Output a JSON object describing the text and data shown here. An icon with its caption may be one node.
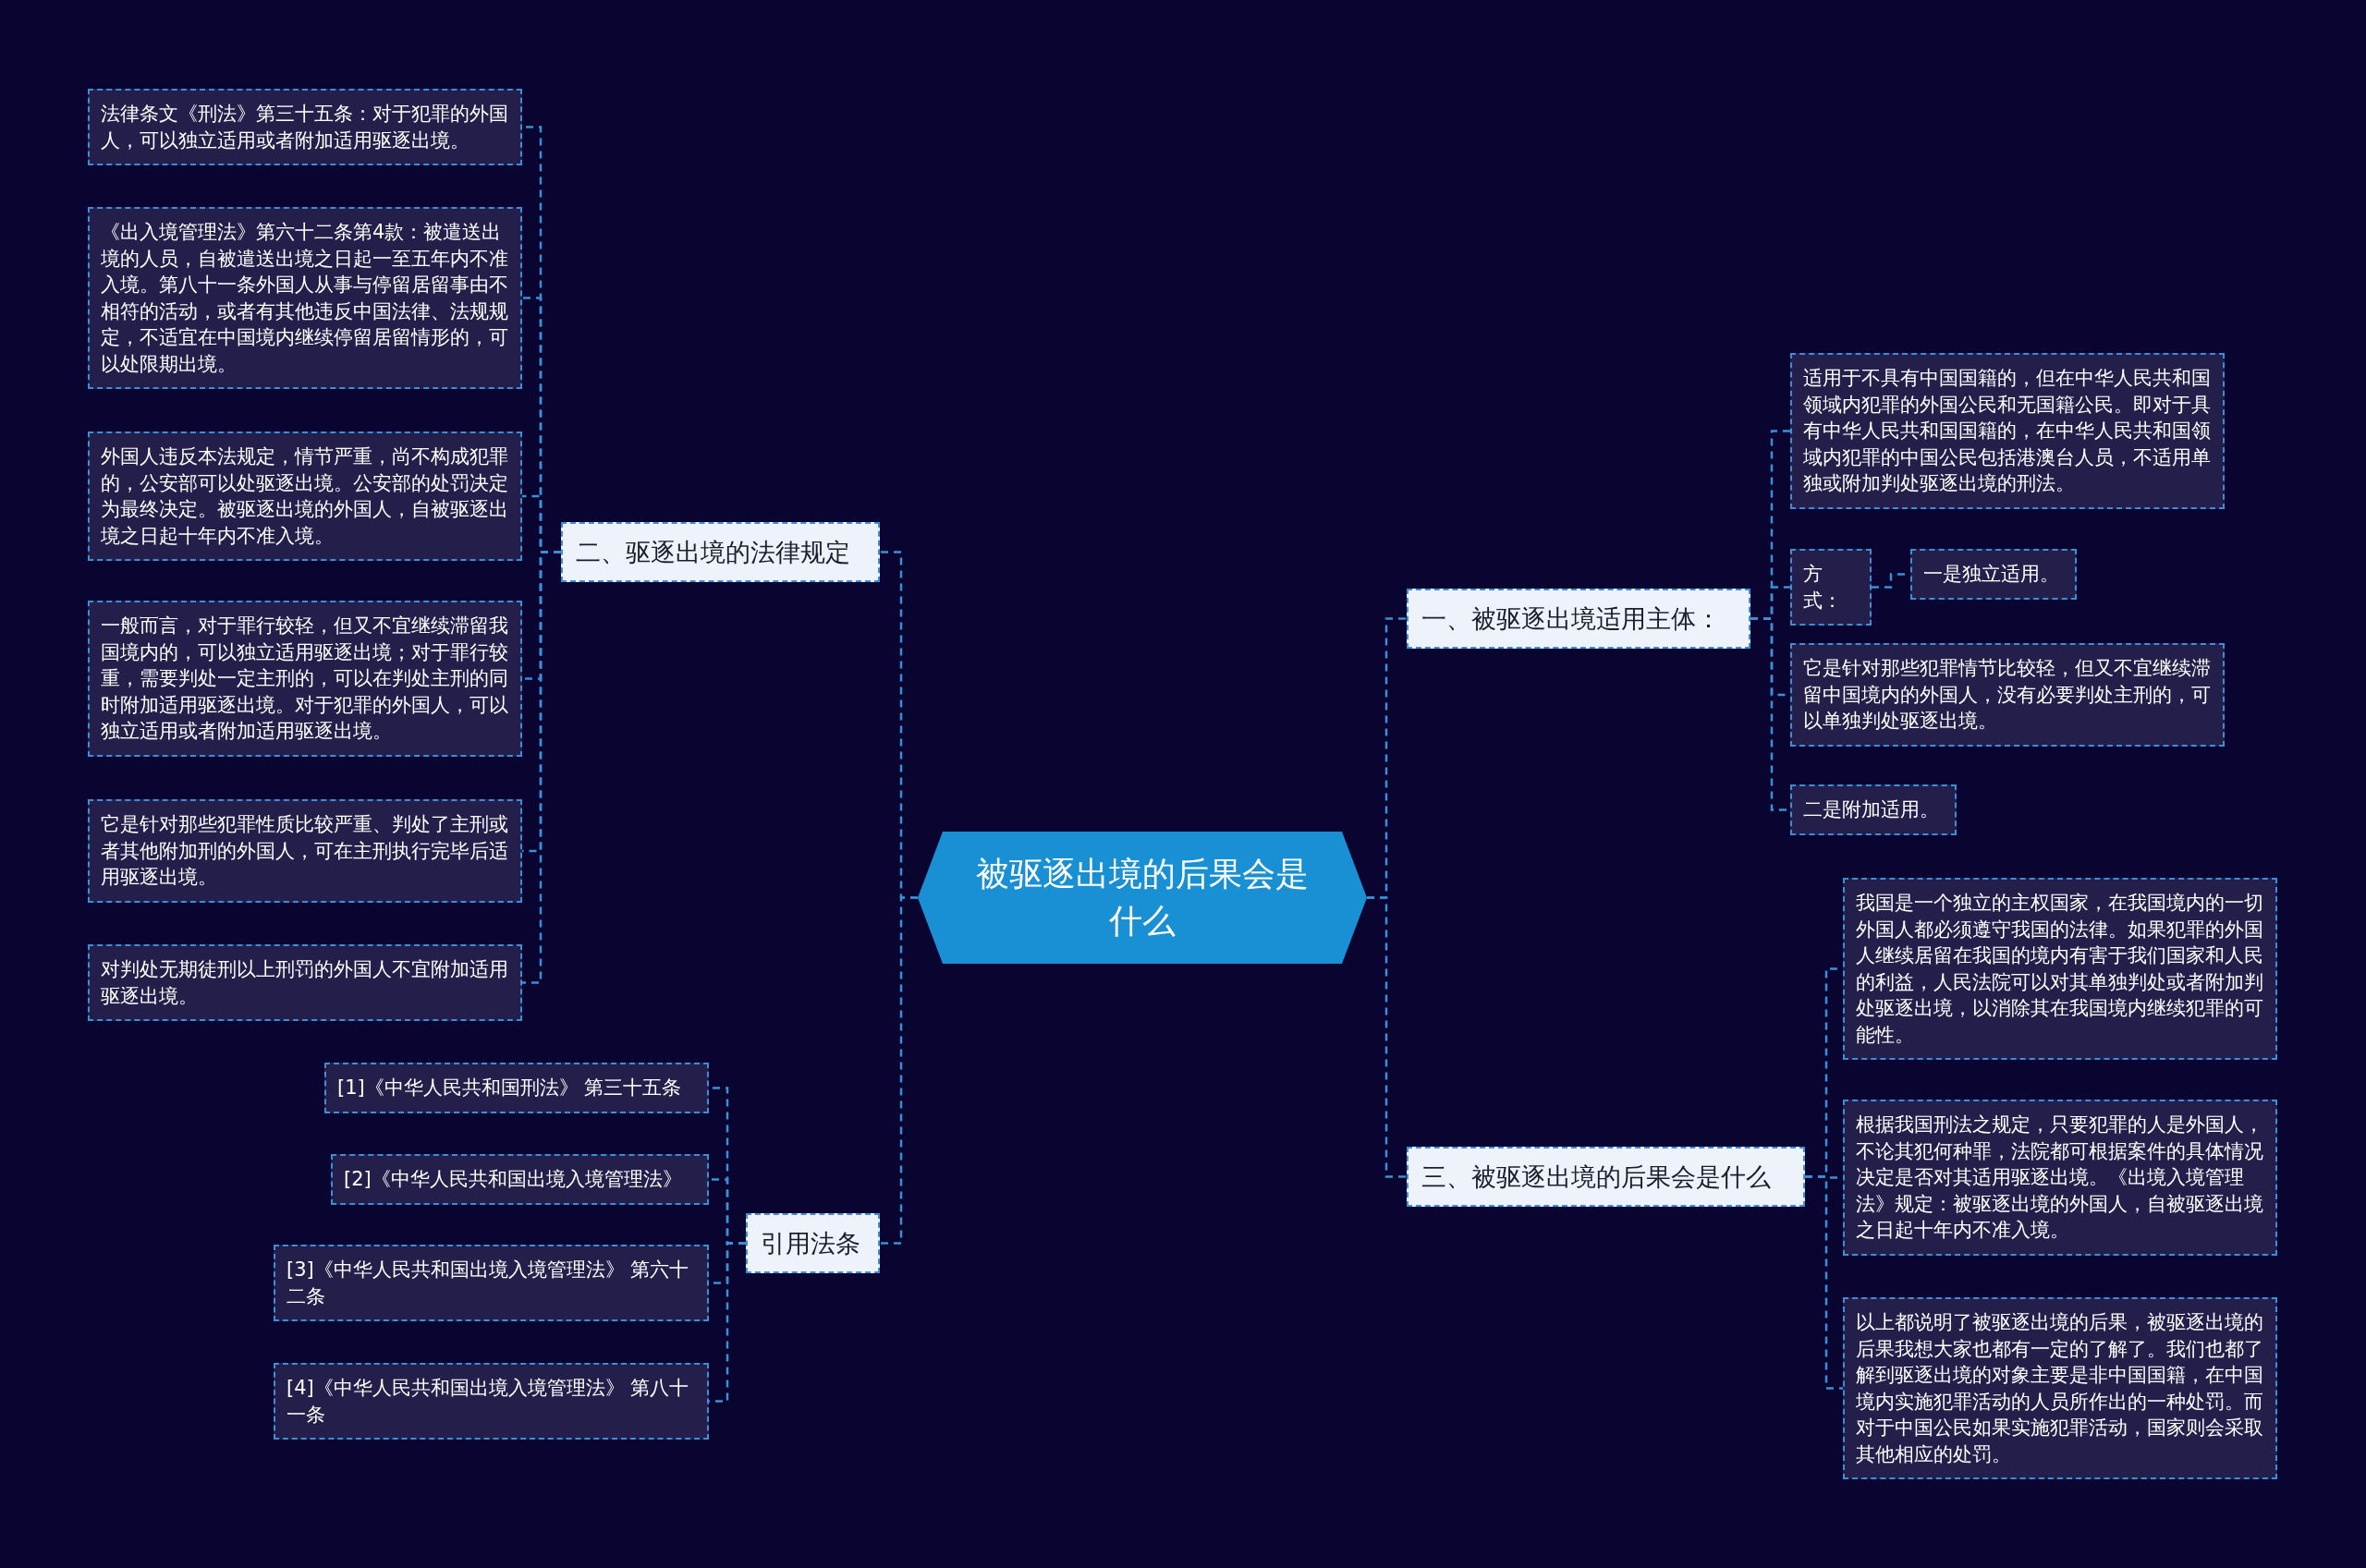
{
  "diagram": {
    "nodes": [
      {
        "text": [
          "被驱逐出境的后果会是什么"
        ]
      },
      {
        "text": [
          "一、被驱逐出境适用主体："
        ]
      },
      {
        "text": [
          "适用于不具有中国国籍的，但在中华人民共和国领域内犯罪的外国公民和无国籍公民。即对于具有中华人民共和国国籍的，在中华人民共和国领域内犯罪的中国公民包括港澳台人员，不适用单独或附加判处驱逐出境的刑法。"
        ]
      },
      {
        "text": [
          "方式："
        ]
      },
      {
        "text": [
          "一是独立适用。"
        ]
      },
      {
        "text": [
          "它是针对那些犯罪情节比较轻，但又不宜继续滞留中国境内的外国人，没有必要判处主刑的，可以单独判处驱逐出境。"
        ]
      },
      {
        "text": [
          "二是附加适用。"
        ]
      },
      {
        "text": [
          "三、被驱逐出境的后果会是什么"
        ]
      },
      {
        "text": [
          "我国是一个独立的主权国家，在我国境内的一切外国人都必须遵守我国的法律。如果犯罪的外国人继续居留在我国的境内有害于我们国家和人民的利益，人民法院可以对其单独判处或者附加判处驱逐出境，以消除其在我国境内继续犯罪的可能性。"
        ]
      },
      {
        "text": [
          "根据我国刑法之规定，只要犯罪的人是外国人，不论其犯何种罪，法院都可根据案件的具体情况决定是否对其适用驱逐出境。《出境入境管理法》规定：被驱逐出境的外国人，自被驱逐出境之日起十年内不准入境。"
        ]
      },
      {
        "text": [
          "以上都说明了被驱逐出境的后果，被驱逐出境的后果我想大家也都有一定的了解了。我们也都了解到驱逐出境的对象主要是非中国国籍，在中国境内实施犯罪活动的人员所作出的一种处罚。而对于中国公民如果实施犯罪活动，国家则会采取其他相应的处罚。"
        ]
      },
      {
        "text": [
          "二、驱逐出境的法律规定"
        ]
      },
      {
        "text": [
          "法律条文《刑法》第三十五条：对于犯罪的外国人，可以独立适用或者附加适用驱逐出境。"
        ]
      },
      {
        "text": [
          "《出入境管理法》第六十二条第4款：被遣送出境的人员，自被遣送出境之日起一至五年内不准入境。第八十一条外国人从事与停留居留事由不相符的活动，或者有其他违反中国法律、法规规定，不适宜在中国境内继续停留居留情形的，可以处限期出境。"
        ]
      },
      {
        "text": [
          "外国人违反本法规定，情节严重，尚不构成犯罪的，公安部可以处驱逐出境。公安部的处罚决定为最终决定。被驱逐出境的外国人，自被驱逐出境之日起十年内不准入境。"
        ]
      },
      {
        "text": [
          "一般而言，对于罪行较轻，但又不宜继续滞留我国境内的，可以独立适用驱逐出境；对于罪行较重，需要判处一定主刑的，可以在判处主刑的同时附加适用驱逐出境。对于犯罪的外国人，可以独立适用或者附加适用驱逐出境。"
        ]
      },
      {
        "text": [
          "它是针对那些犯罪性质比较严重、判处了主刑或者其他附加刑的外国人，可在主刑执行完毕后适用驱逐出境。"
        ]
      },
      {
        "text": [
          "对判处无期徒刑以上刑罚的外国人不宜附加适用驱逐出境。"
        ]
      },
      {
        "text": [
          "引用法条"
        ]
      },
      {
        "text": [
          "[1]《中华人民共和国刑法》 第三十五条"
        ]
      },
      {
        "text": [
          "[2]《中华人民共和国出境入境管理法》"
        ]
      },
      {
        "text": [
          "[3]《中华人民共和国出境入境管理法》 第六十二条"
        ]
      },
      {
        "text": [
          "[4]《中华人民共和国出境入境管理法》 第八十一条"
        ]
      }
    ],
    "edges": [
      {
        "from": 0,
        "to": 1,
        "arrow": "none"
      },
      {
        "from": 1,
        "to": 2,
        "arrow": "none"
      },
      {
        "from": 1,
        "to": 3,
        "arrow": "none"
      },
      {
        "from": 3,
        "to": 4,
        "arrow": "none"
      },
      {
        "from": 1,
        "to": 5,
        "arrow": "none"
      },
      {
        "from": 1,
        "to": 6,
        "arrow": "none"
      },
      {
        "from": 0,
        "to": 7,
        "arrow": "none"
      },
      {
        "from": 7,
        "to": 8,
        "arrow": "none"
      },
      {
        "from": 7,
        "to": 9,
        "arrow": "none"
      },
      {
        "from": 7,
        "to": 10,
        "arrow": "none"
      },
      {
        "from": 0,
        "to": 11,
        "arrow": "none"
      },
      {
        "from": 11,
        "to": 12,
        "arrow": "none"
      },
      {
        "from": 11,
        "to": 13,
        "arrow": "none"
      },
      {
        "from": 11,
        "to": 14,
        "arrow": "none"
      },
      {
        "from": 11,
        "to": 15,
        "arrow": "none"
      },
      {
        "from": 11,
        "to": 16,
        "arrow": "none"
      },
      {
        "from": 11,
        "to": 17,
        "arrow": "none"
      },
      {
        "from": 0,
        "to": 18,
        "arrow": "none"
      },
      {
        "from": 18,
        "to": 19,
        "arrow": "none"
      },
      {
        "from": 18,
        "to": 20,
        "arrow": "none"
      },
      {
        "from": 18,
        "to": 21,
        "arrow": "none"
      },
      {
        "from": 18,
        "to": 22,
        "arrow": "none"
      }
    ]
  }
}
